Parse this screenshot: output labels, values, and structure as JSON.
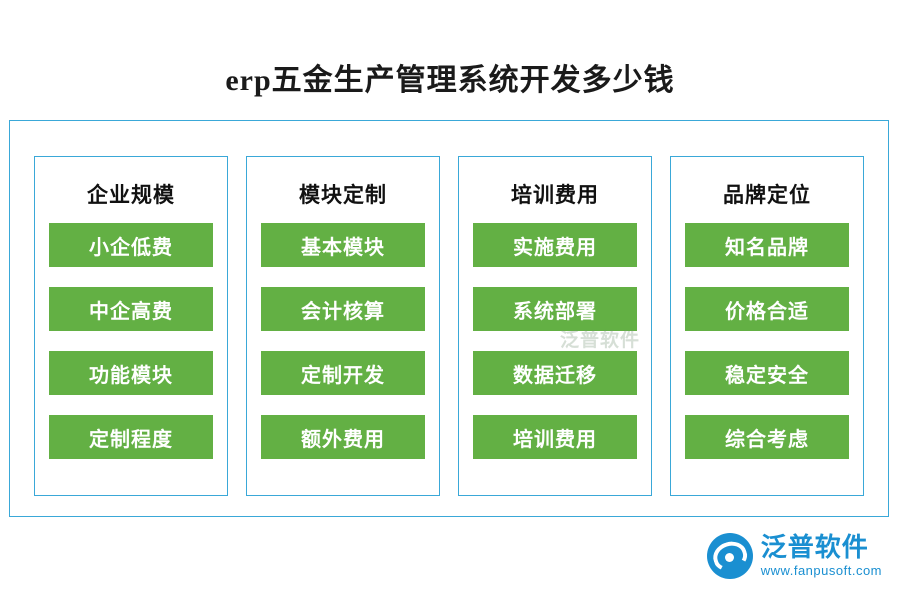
{
  "title": "erp五金生产管理系统开发多少钱",
  "columns": [
    {
      "heading": "企业规模",
      "items": [
        "小企低费",
        "中企高费",
        "功能模块",
        "定制程度"
      ]
    },
    {
      "heading": "模块定制",
      "items": [
        "基本模块",
        "会计核算",
        "定制开发",
        "额外费用"
      ]
    },
    {
      "heading": "培训费用",
      "items": [
        "实施费用",
        "系统部署",
        "数据迁移",
        "培训费用"
      ]
    },
    {
      "heading": "品牌定位",
      "items": [
        "知名品牌",
        "价格合适",
        "稳定安全",
        "综合考虑"
      ]
    }
  ],
  "watermark": "泛普软件",
  "logo": {
    "name": "泛普软件",
    "url": "www.fanpusoft.com"
  },
  "colors": {
    "cell_green": "#63b044",
    "frame_blue": "#3aa8d8",
    "logo_blue": "#1a8fd1"
  }
}
